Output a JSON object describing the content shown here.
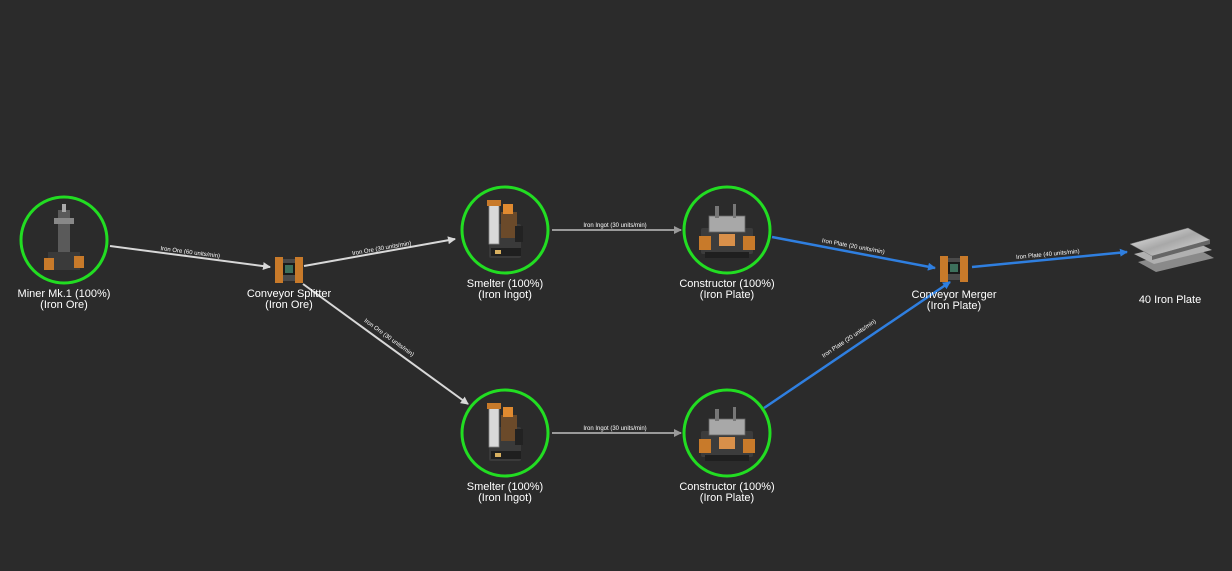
{
  "colors": {
    "background": "#2b2b2b",
    "node_ring": "#22dd22",
    "belt_ore": "#d8d8d8",
    "belt_ingot": "#9a9a9a",
    "belt_plate": "#2f7fe0"
  },
  "nodes": {
    "miner": {
      "line1": "Miner Mk.1 (100%)",
      "line2": "(Iron Ore)",
      "icon": "miner-icon"
    },
    "splitter": {
      "line1": "Conveyor Splitter",
      "line2": "(Iron Ore)",
      "icon": "splitter-icon"
    },
    "smelter_top": {
      "line1": "Smelter (100%)",
      "line2": "(Iron Ingot)",
      "icon": "smelter-icon"
    },
    "smelter_bottom": {
      "line1": "Smelter (100%)",
      "line2": "(Iron Ingot)",
      "icon": "smelter-icon"
    },
    "constructor_top": {
      "line1": "Constructor (100%)",
      "line2": "(Iron Plate)",
      "icon": "constructor-icon"
    },
    "constructor_bottom": {
      "line1": "Constructor (100%)",
      "line2": "(Iron Plate)",
      "icon": "constructor-icon"
    },
    "merger": {
      "line1": "Conveyor Merger",
      "line2": "(Iron Plate)",
      "icon": "merger-icon"
    },
    "output": {
      "line1": "40 Iron Plate",
      "icon": "iron-plate-icon"
    }
  },
  "edges": {
    "miner_splitter": "Iron Ore (60 units/min)",
    "splitter_smelter_top": "Iron Ore (30 units/min)",
    "splitter_smelter_bottom": "Iron Ore (30 units/min)",
    "smelter_constructor_top": "Iron Ingot (30 units/min)",
    "smelter_constructor_bottom": "Iron Ingot (30 units/min)",
    "constructor_merger_top": "Iron Plate (20 units/min)",
    "constructor_merger_bottom": "Iron Plate (20 units/min)",
    "merger_output": "Iron Plate (40 units/min)"
  }
}
